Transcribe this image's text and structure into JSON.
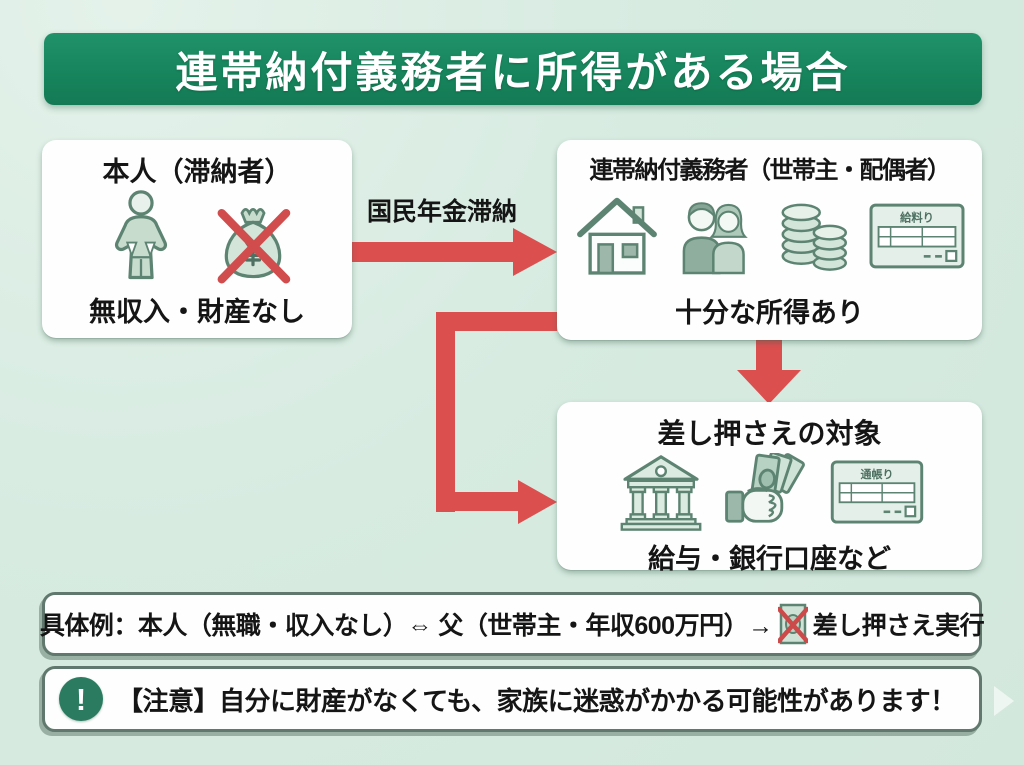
{
  "title": "連帯納付義務者に所得がある場合",
  "flow": {
    "debtor": {
      "title": "本人（滞納者）",
      "caption": "無収入・財産なし",
      "icons": [
        "empty-pockets-person-icon",
        "crossed-money-bag-icon"
      ]
    },
    "arrow1_label": "国民年金滞納",
    "obligor": {
      "title": "連帯納付義務者（世帯主・配偶者）",
      "caption": "十分な所得あり",
      "payslip_label": "給料り",
      "icons": [
        "house-icon",
        "couple-icon",
        "coin-stacks-icon",
        "payslip-icon"
      ]
    },
    "seizure": {
      "title": "差し押さえの対象",
      "caption": "給与・銀行口座など",
      "passbook_label": "通帳り",
      "icons": [
        "bank-icon",
        "cash-in-hand-icon",
        "passbook-icon"
      ]
    }
  },
  "example": {
    "prefix": "具体例：本人（無職・収入なし）⇔ 父（世帯主・年収600万円）→",
    "suffix": "差し押さえ実行",
    "icon": "crossed-banknote-icon"
  },
  "warning": {
    "icon": "exclamation-icon",
    "text": "【注意】自分に財産がなくても、家族に迷惑がかかる可能性があります！"
  },
  "colors": {
    "background_mint": "#d7ebe1",
    "banner_green": "#17855d",
    "arrow_red": "#dc4f4f",
    "icon_sage": "#5d8472",
    "warning_circle_green": "#2b7b61",
    "text_black": "#151515"
  }
}
